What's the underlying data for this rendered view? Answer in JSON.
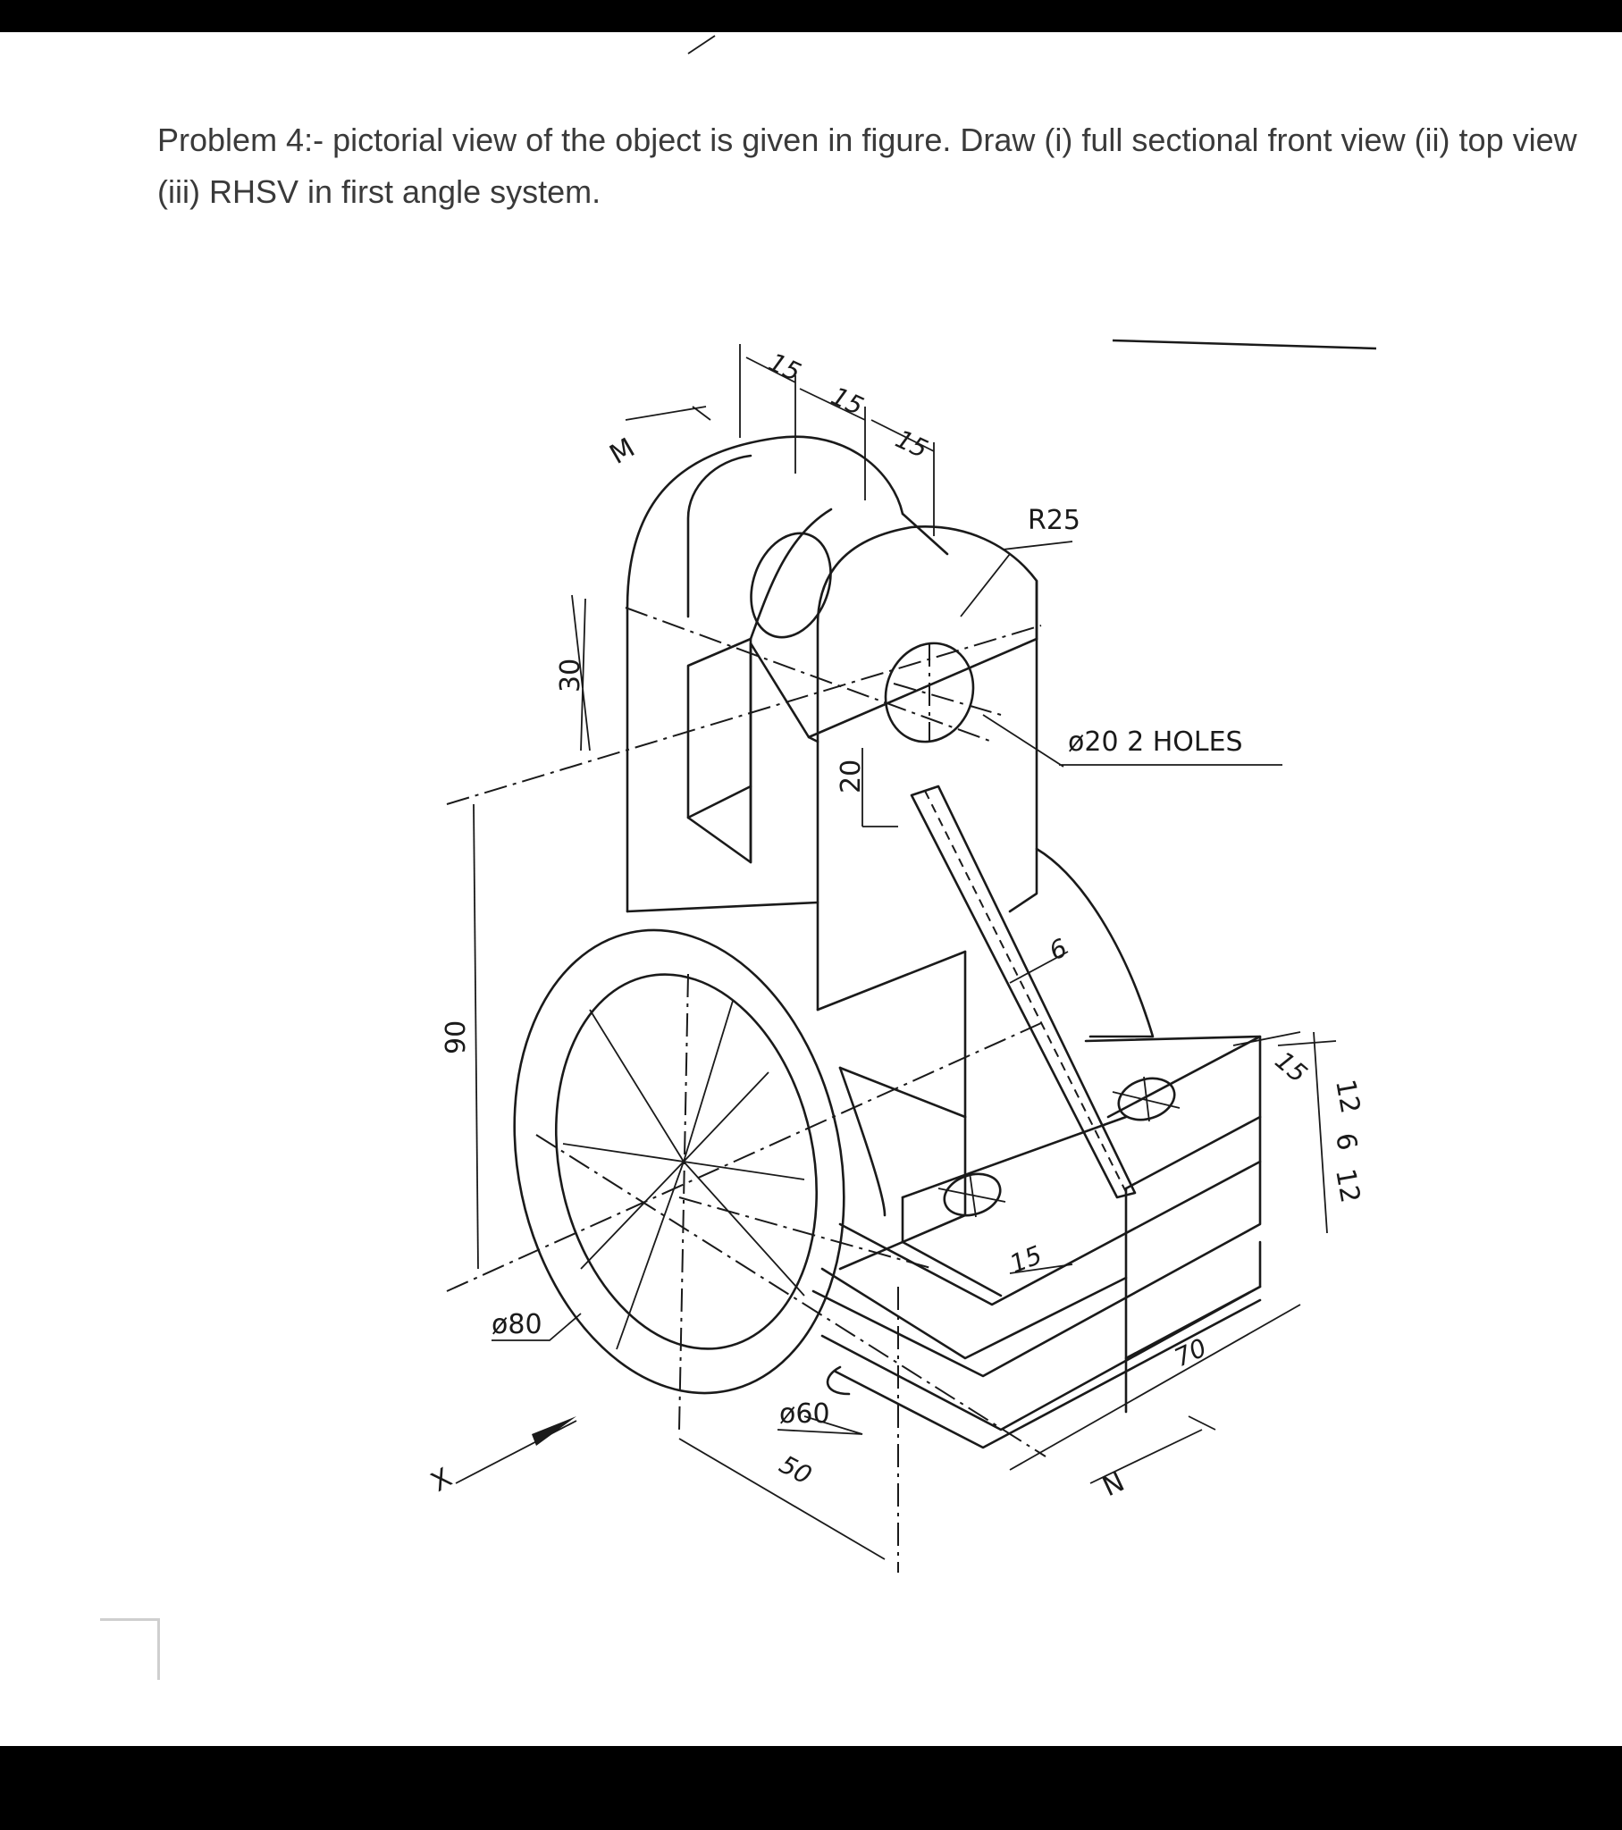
{
  "problem": {
    "text": "Problem 4:- pictorial view of the object is given in figure. Draw (i) full sectional front view (ii) top view (iii) RHSV in first angle system."
  },
  "figure": {
    "dimensions": {
      "d15_a": "15",
      "d15_b": "15",
      "d15_c": "15",
      "r25": "R25",
      "holes": "ø20 2 HOLES",
      "d30": "30",
      "d20": "20",
      "d90": "90",
      "d6": "6",
      "d15_side": "15",
      "d12_top": "12",
      "d6_mid": "6",
      "d12_bot": "12",
      "d15_base": "15",
      "d70": "70",
      "dia80": "ø80",
      "dia60": "ø60",
      "d50": "50"
    },
    "view_labels": {
      "m": "M",
      "n": "N",
      "x": "X"
    }
  }
}
